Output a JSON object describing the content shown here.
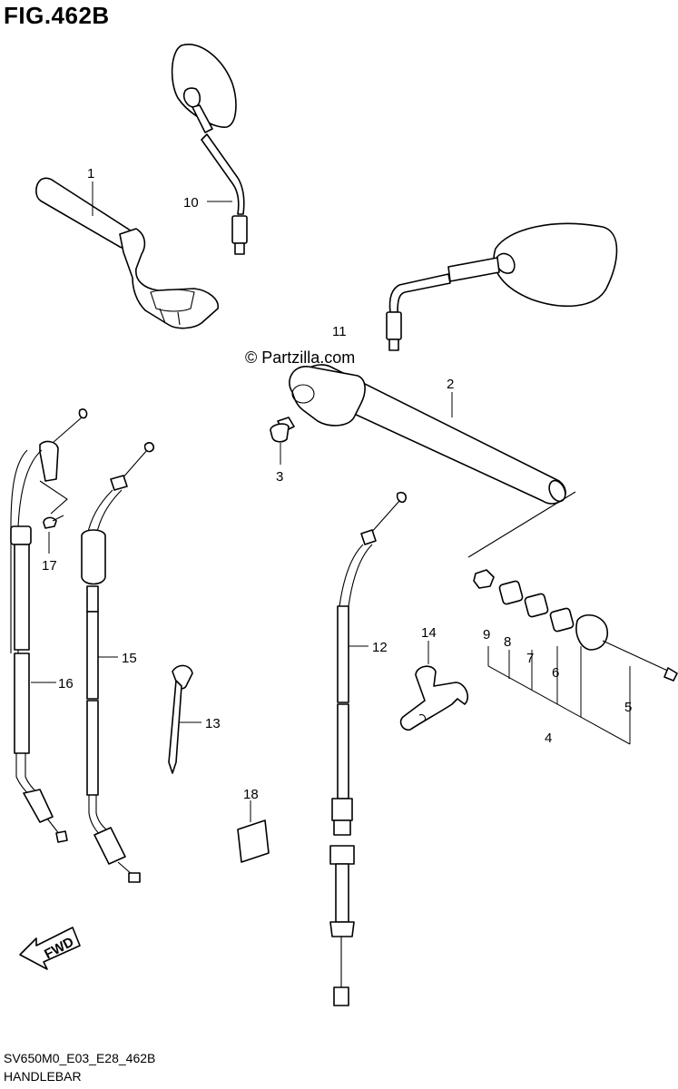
{
  "figure": {
    "title": "FIG.462B"
  },
  "watermark": {
    "text": "© Partzilla.com"
  },
  "direction": {
    "label": "FWD"
  },
  "footer": {
    "code": "SV650M0_E03_E28_462B",
    "name": "HANDLEBAR"
  },
  "callouts": {
    "c1": "1",
    "c2": "2",
    "c3": "3",
    "c4": "4",
    "c5": "5",
    "c6": "6",
    "c7": "7",
    "c8": "8",
    "c9": "9",
    "c10": "10",
    "c11": "11",
    "c12": "12",
    "c13": "13",
    "c14": "14",
    "c15": "15",
    "c16": "16",
    "c17": "17",
    "c18": "18"
  }
}
